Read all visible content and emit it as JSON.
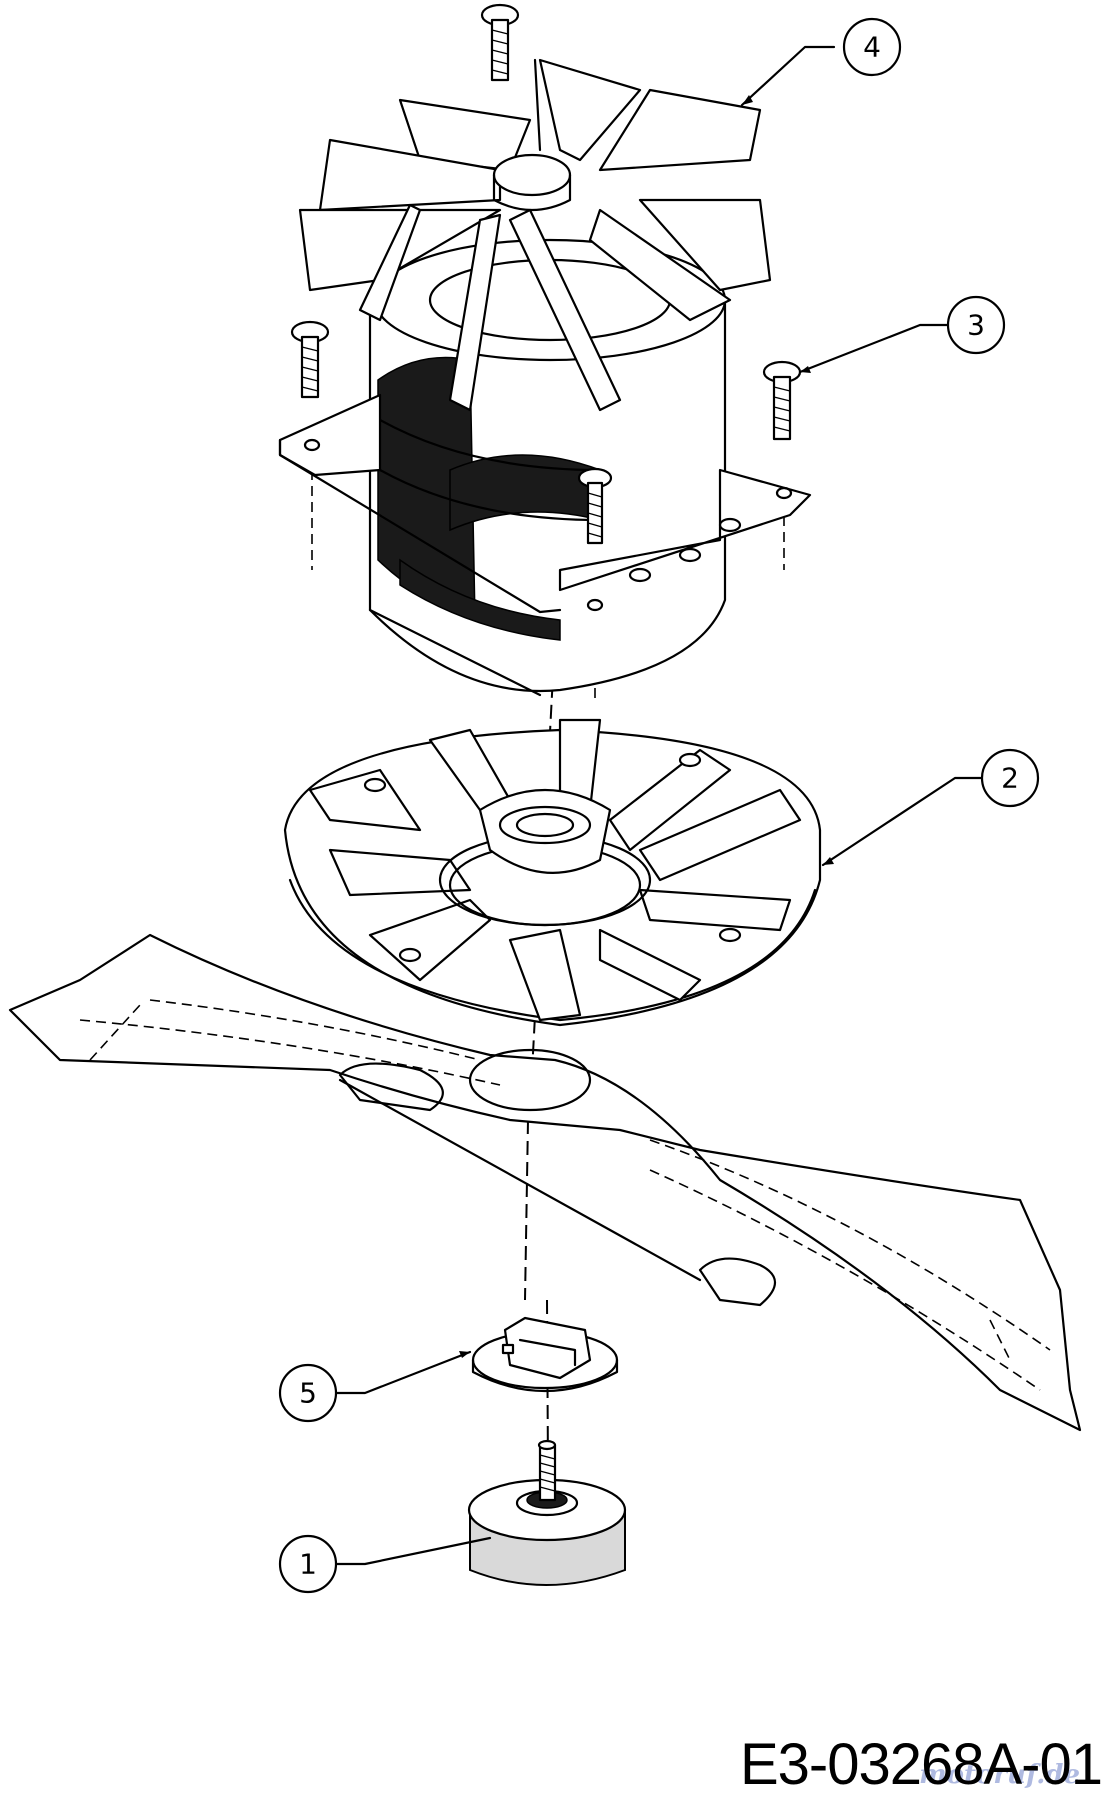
{
  "drawing_code": "E3-03268A-01",
  "watermark": "motoruf.de",
  "callouts": [
    {
      "id": "callout-1",
      "label": "1"
    },
    {
      "id": "callout-2",
      "label": "2"
    },
    {
      "id": "callout-3",
      "label": "3"
    },
    {
      "id": "callout-4",
      "label": "4"
    },
    {
      "id": "callout-5",
      "label": "5"
    }
  ]
}
